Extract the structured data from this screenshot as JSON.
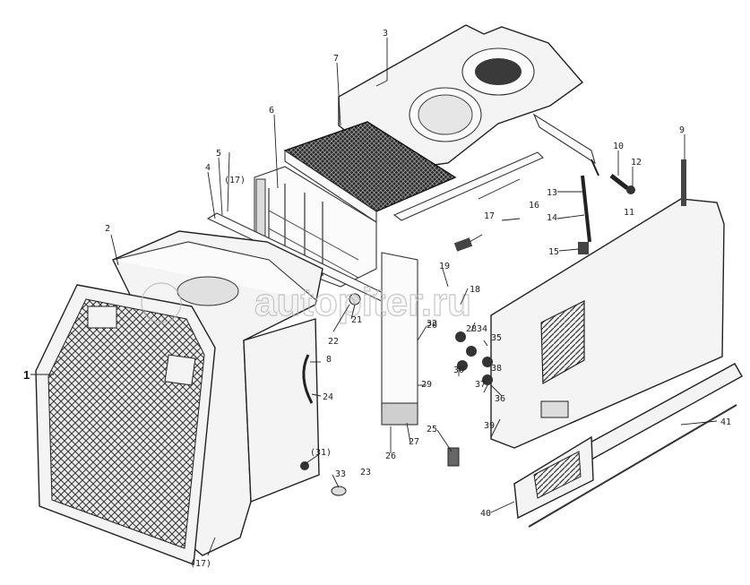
{
  "figure": {
    "watermark_text": "autopiter.ru",
    "callouts": [
      {
        "id": "c1",
        "text": "1",
        "bold": true
      },
      {
        "id": "c2",
        "text": "2"
      },
      {
        "id": "c3",
        "text": "3"
      },
      {
        "id": "c4",
        "text": "4"
      },
      {
        "id": "c5",
        "text": "5"
      },
      {
        "id": "c6",
        "text": "6"
      },
      {
        "id": "c7",
        "text": "7"
      },
      {
        "id": "c8",
        "text": "8"
      },
      {
        "id": "c9",
        "text": "9"
      },
      {
        "id": "c10",
        "text": "10"
      },
      {
        "id": "c11",
        "text": "11"
      },
      {
        "id": "c12",
        "text": "12"
      },
      {
        "id": "c13",
        "text": "13"
      },
      {
        "id": "c14",
        "text": "14"
      },
      {
        "id": "c15",
        "text": "15"
      },
      {
        "id": "c16",
        "text": "16"
      },
      {
        "id": "c17",
        "text": "17"
      },
      {
        "id": "c17b",
        "text": "(17)"
      },
      {
        "id": "c17c",
        "text": "(17)"
      },
      {
        "id": "c18",
        "text": "18"
      },
      {
        "id": "c19",
        "text": "19"
      },
      {
        "id": "c20",
        "text": "20"
      },
      {
        "id": "c21",
        "text": "21"
      },
      {
        "id": "c22",
        "text": "22"
      },
      {
        "id": "c23",
        "text": "23"
      },
      {
        "id": "c24",
        "text": "24"
      },
      {
        "id": "c25",
        "text": "25"
      },
      {
        "id": "c26",
        "text": "26"
      },
      {
        "id": "c27",
        "text": "27"
      },
      {
        "id": "c28",
        "text": "28"
      },
      {
        "id": "c29",
        "text": "29"
      },
      {
        "id": "c30",
        "text": "30"
      },
      {
        "id": "c31",
        "text": "(31)"
      },
      {
        "id": "c32",
        "text": "32"
      },
      {
        "id": "c33",
        "text": "33"
      },
      {
        "id": "c34",
        "text": "34"
      },
      {
        "id": "c35",
        "text": "35"
      },
      {
        "id": "c36",
        "text": "36"
      },
      {
        "id": "c37",
        "text": "37"
      },
      {
        "id": "c38",
        "text": "38"
      },
      {
        "id": "c39",
        "text": "39"
      },
      {
        "id": "c40",
        "text": "40"
      },
      {
        "id": "c41",
        "text": "41"
      }
    ]
  }
}
